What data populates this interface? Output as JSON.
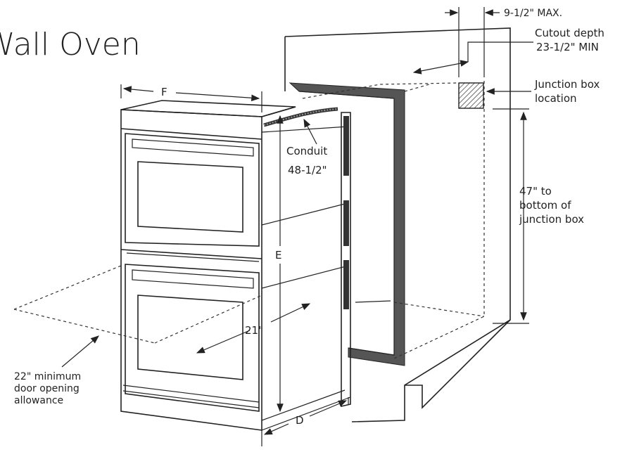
{
  "title": "Wall Oven",
  "labels": {
    "width_max": "9-1/2\" MAX.",
    "cutout_depth_line1": "Cutout depth",
    "cutout_depth_line2": "23-1/2\" MIN",
    "junction_box_line1": "Junction box",
    "junction_box_line2": "location",
    "conduit_line1": "Conduit",
    "conduit_line2": "48-1/2\"",
    "height_line1": "47\" to",
    "height_line2": "bottom of",
    "height_line3": "junction box",
    "dim_f": "F",
    "dim_e": "E",
    "dim_d": "D",
    "dim_21": "21\"",
    "door_line1": "22\" minimum",
    "door_line2": "door opening",
    "door_line3": "allowance"
  }
}
